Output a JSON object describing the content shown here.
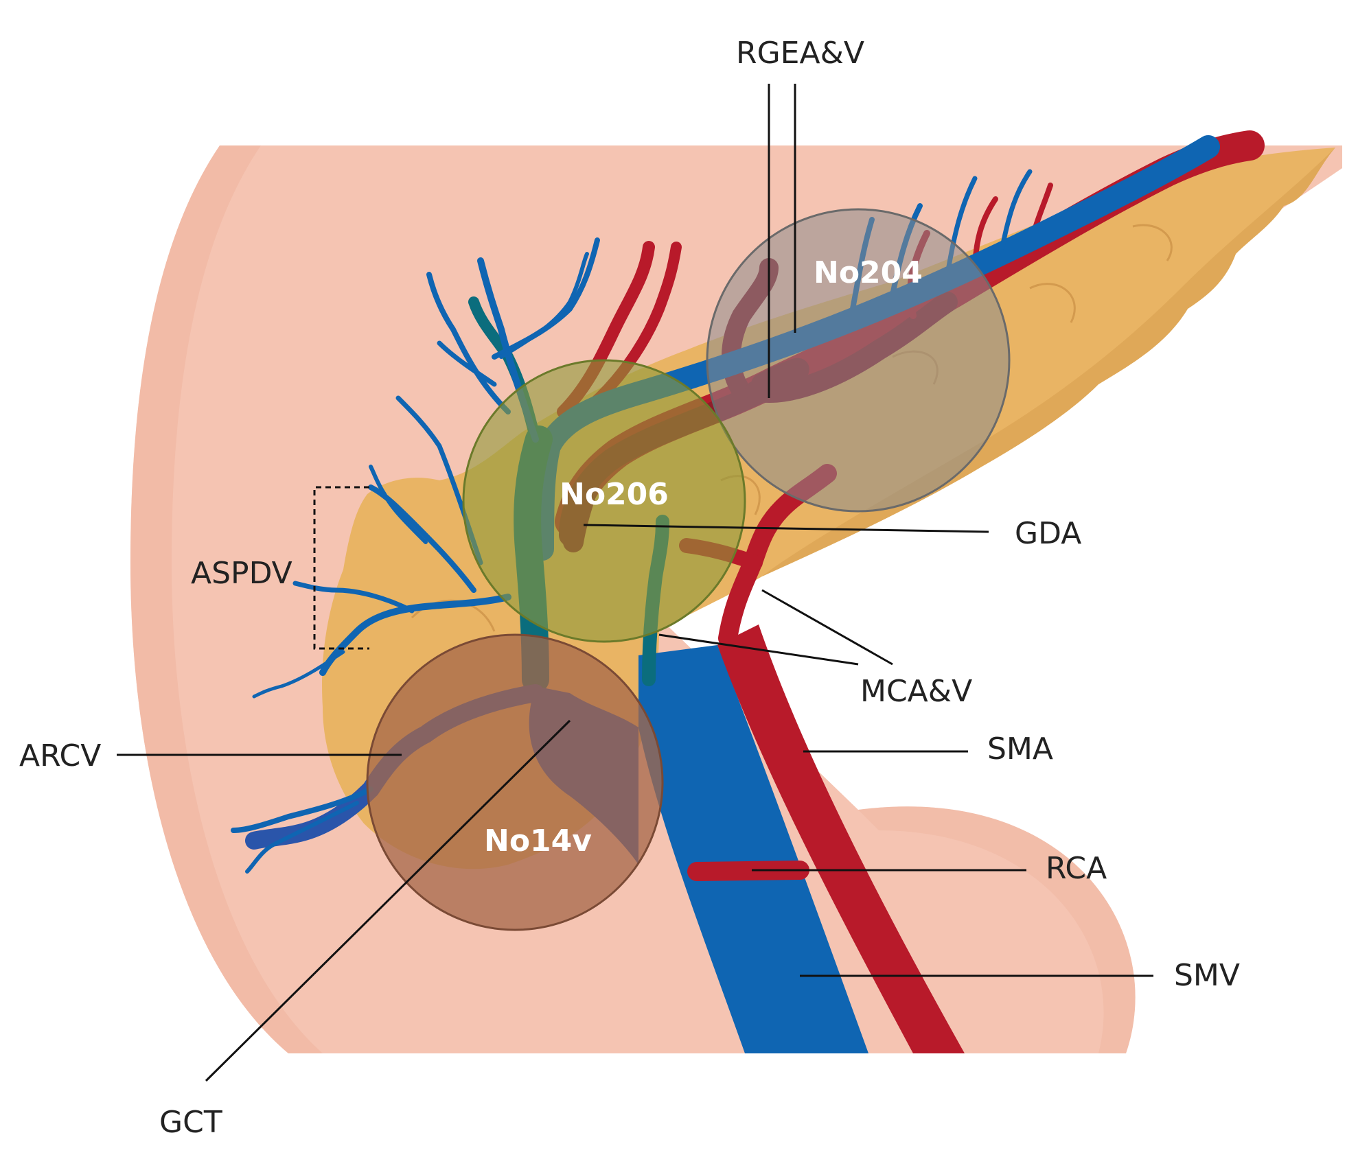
{
  "diagram": {
    "colors": {
      "background": "#ffffff",
      "intestine": "#f5c4b2",
      "pancreas": "#e9b464",
      "artery": "#b81a2a",
      "artery_dark": "#8f1d2a",
      "vein": "#0f65b2",
      "vein_dark": "#0b6d7d",
      "gct_vein": "#2a55aa",
      "station_no204": "#8c8c8c",
      "station_no206": "#8f9a3a",
      "station_no14v": "#a5684a",
      "leader_line": "#111111"
    },
    "labels": {
      "rgeav": "RGEA&V",
      "gda": "GDA",
      "aspdv": "ASPDV",
      "mcav": "MCA&V",
      "arcv": "ARCV",
      "sma": "SMA",
      "rca": "RCA",
      "smv": "SMV",
      "gct": "GCT"
    },
    "stations": {
      "no204": "No204",
      "no206": "No206",
      "no14v": "No14v"
    }
  }
}
